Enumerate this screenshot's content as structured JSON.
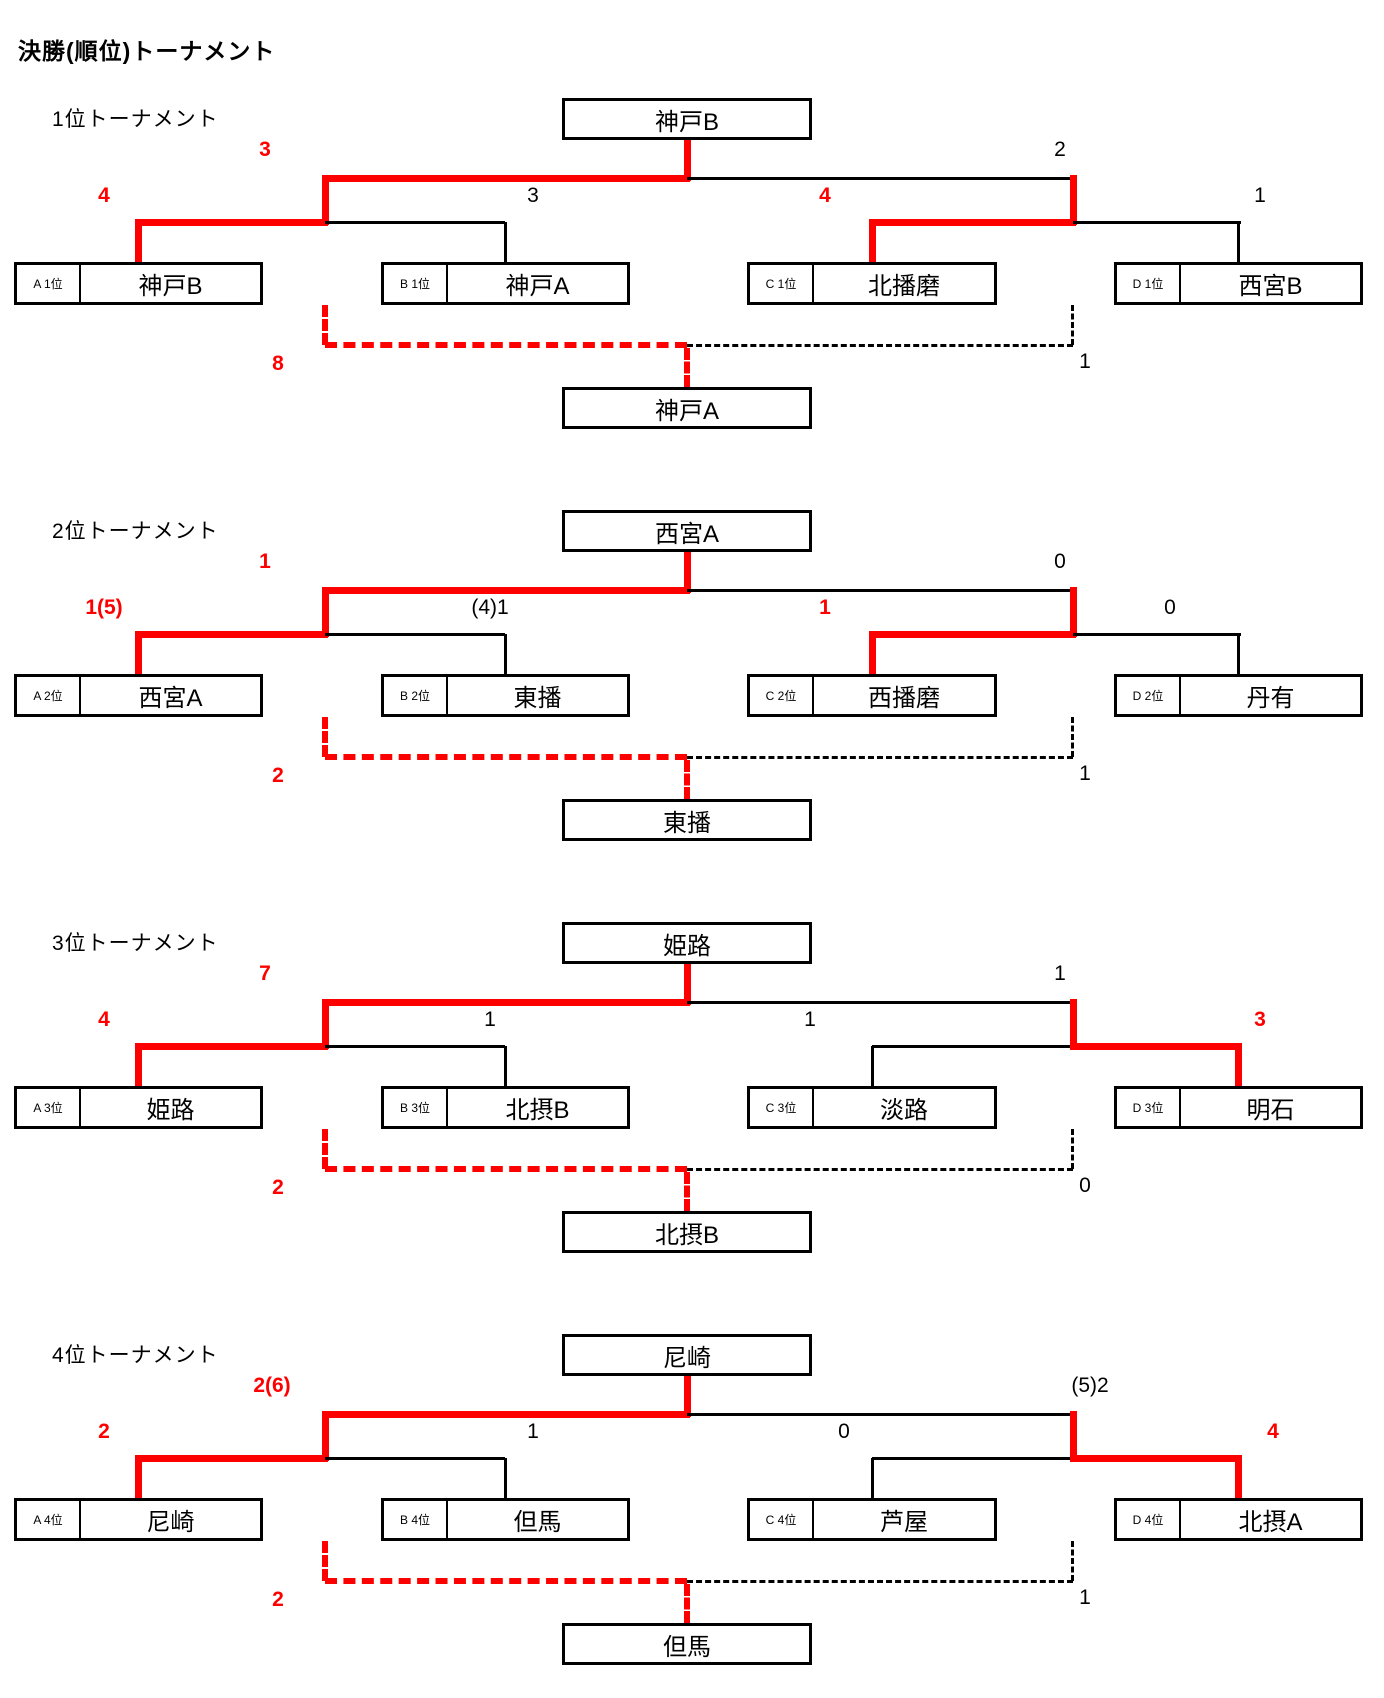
{
  "title": "決勝(順位)トーナメント",
  "colors": {
    "winner_path": "#ff0000",
    "loser_path": "#000000"
  },
  "brackets": [
    {
      "label": "1位トーナメント",
      "champion": "神戸B",
      "third_place_winner": "神戸A",
      "right_semifinal_winner_side": "C",
      "teams": [
        {
          "seed": "A 1位",
          "name": "神戸B"
        },
        {
          "seed": "B 1位",
          "name": "神戸A"
        },
        {
          "seed": "C 1位",
          "name": "北播磨"
        },
        {
          "seed": "D 1位",
          "name": "西宮B"
        }
      ],
      "scores": {
        "final_left": {
          "value": "3",
          "winner": true
        },
        "final_right": {
          "value": "2",
          "winner": false
        },
        "sf_left_a": {
          "value": "4",
          "winner": true
        },
        "sf_left_b": {
          "value": "3",
          "winner": false
        },
        "sf_right_c": {
          "value": "4",
          "winner": true
        },
        "sf_right_d": {
          "value": "1",
          "winner": false
        },
        "third_left": {
          "value": "8",
          "winner": true
        },
        "third_right": {
          "value": "1",
          "winner": false
        }
      }
    },
    {
      "label": "2位トーナメント",
      "champion": "西宮A",
      "third_place_winner": "東播",
      "right_semifinal_winner_side": "C",
      "teams": [
        {
          "seed": "A 2位",
          "name": "西宮A"
        },
        {
          "seed": "B 2位",
          "name": "東播"
        },
        {
          "seed": "C 2位",
          "name": "西播磨"
        },
        {
          "seed": "D 2位",
          "name": "丹有"
        }
      ],
      "scores": {
        "final_left": {
          "value": "1",
          "winner": true
        },
        "final_right": {
          "value": "0",
          "winner": false
        },
        "sf_left_a": {
          "value": "1(5)",
          "winner": true
        },
        "sf_left_b": {
          "value": "(4)1",
          "winner": false
        },
        "sf_right_c": {
          "value": "1",
          "winner": true
        },
        "sf_right_d": {
          "value": "0",
          "winner": false
        },
        "third_left": {
          "value": "2",
          "winner": true
        },
        "third_right": {
          "value": "1",
          "winner": false
        }
      }
    },
    {
      "label": "3位トーナメント",
      "champion": "姫路",
      "third_place_winner": "北摂B",
      "right_semifinal_winner_side": "D",
      "teams": [
        {
          "seed": "A 3位",
          "name": "姫路"
        },
        {
          "seed": "B 3位",
          "name": "北摂B"
        },
        {
          "seed": "C 3位",
          "name": "淡路"
        },
        {
          "seed": "D 3位",
          "name": "明石"
        }
      ],
      "scores": {
        "final_left": {
          "value": "7",
          "winner": true
        },
        "final_right": {
          "value": "1",
          "winner": false
        },
        "sf_left_a": {
          "value": "4",
          "winner": true
        },
        "sf_left_b": {
          "value": "1",
          "winner": false
        },
        "sf_right_c": {
          "value": "1",
          "winner": false
        },
        "sf_right_d": {
          "value": "3",
          "winner": true
        },
        "third_left": {
          "value": "2",
          "winner": true
        },
        "third_right": {
          "value": "0",
          "winner": false
        }
      }
    },
    {
      "label": "4位トーナメント",
      "champion": "尼崎",
      "third_place_winner": "但馬",
      "right_semifinal_winner_side": "D",
      "teams": [
        {
          "seed": "A 4位",
          "name": "尼崎"
        },
        {
          "seed": "B 4位",
          "name": "但馬"
        },
        {
          "seed": "C 4位",
          "name": "芦屋"
        },
        {
          "seed": "D 4位",
          "name": "北摂A"
        }
      ],
      "scores": {
        "final_left": {
          "value": "2(6)",
          "winner": true
        },
        "final_right": {
          "value": "(5)2",
          "winner": false
        },
        "sf_left_a": {
          "value": "2",
          "winner": true
        },
        "sf_left_b": {
          "value": "1",
          "winner": false
        },
        "sf_right_c": {
          "value": "0",
          "winner": false
        },
        "sf_right_d": {
          "value": "4",
          "winner": true
        },
        "third_left": {
          "value": "2",
          "winner": true
        },
        "third_right": {
          "value": "1",
          "winner": false
        }
      }
    }
  ]
}
